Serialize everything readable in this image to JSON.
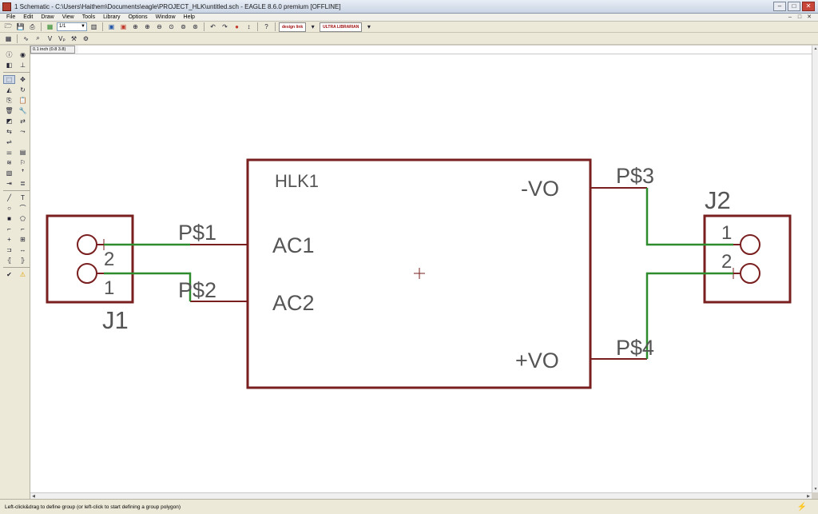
{
  "window": {
    "title": "1 Schematic - C:\\Users\\Haithem\\Documents\\eagle\\PROJECT_HLK\\untitled.sch - EAGLE 8.6.0 premium [OFFLINE]",
    "min_label": "–",
    "max_label": "□",
    "close_label": "✕"
  },
  "menu": {
    "items": [
      "File",
      "Edit",
      "Draw",
      "View",
      "Tools",
      "Library",
      "Options",
      "Window",
      "Help"
    ],
    "mdi": [
      "–",
      "□",
      "✕"
    ]
  },
  "toolbar": {
    "sheet_combo": "1/1",
    "logo1": "design link",
    "logo2": "ULTRA LIBRARIAN"
  },
  "coords": {
    "grid_readout": "0.1 inch (0.8 3.8)",
    "command_value": ""
  },
  "schematic": {
    "hlk": {
      "name": "HLK1",
      "pin_ac1": "AC1",
      "pin_ac2": "AC2",
      "pin_vo_neg": "-VO",
      "pin_vo_pos": "+VO"
    },
    "nets": {
      "p1": "P$1",
      "p2": "P$2",
      "p3": "P$3",
      "p4": "P$4"
    },
    "j1": {
      "name": "J1",
      "pin_top": "2",
      "pin_bottom": "1"
    },
    "j2": {
      "name": "J2",
      "pin_top": "1",
      "pin_bottom": "2"
    },
    "colors": {
      "symbol": "#7a1f1f",
      "wire": "#2e8b2e",
      "pin_text": "#555555",
      "name_red": "#7a1f1f"
    }
  },
  "status": {
    "message": "Left-click&drag to define group (or left-click to start defining a group polygon)"
  }
}
